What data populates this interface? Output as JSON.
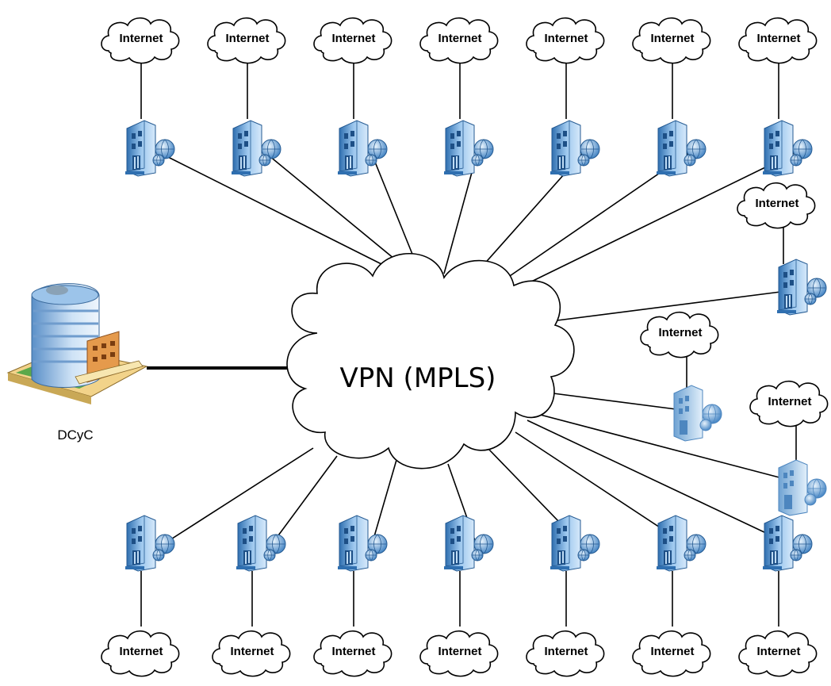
{
  "core": {
    "label": "VPN (MPLS)"
  },
  "headquarters": {
    "label": "DCyC",
    "icon": "office-building-icon"
  },
  "internet_label": "Internet",
  "branch_icon": "branch-server-building-icon",
  "colors": {
    "line": "#000000",
    "building_blue": "#5b9bd5",
    "cloud_fill": "#ffffff"
  },
  "branches_top": [
    {
      "internet": "Internet"
    },
    {
      "internet": "Internet"
    },
    {
      "internet": "Internet"
    },
    {
      "internet": "Internet"
    },
    {
      "internet": "Internet"
    },
    {
      "internet": "Internet"
    },
    {
      "internet": "Internet"
    }
  ],
  "branches_right": [
    {
      "internet": "Internet"
    },
    {
      "internet": "Internet"
    },
    {
      "internet": "Internet"
    }
  ],
  "branches_bottom": [
    {
      "internet": "Internet"
    },
    {
      "internet": "Internet"
    },
    {
      "internet": "Internet"
    },
    {
      "internet": "Internet"
    },
    {
      "internet": "Internet"
    },
    {
      "internet": "Internet"
    },
    {
      "internet": "Internet"
    }
  ]
}
